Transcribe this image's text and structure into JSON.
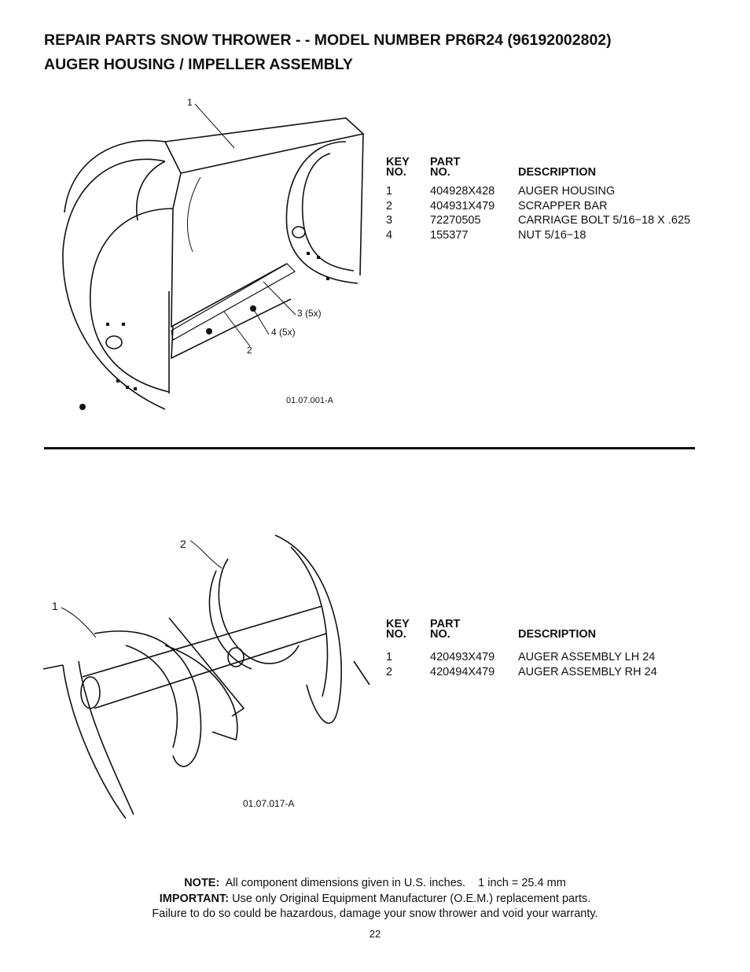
{
  "header": {
    "line1": "REPAIR PARTS  SNOW THROWER - - MODEL NUMBER  PR6R24 (96192002802)",
    "line2": "AUGER HOUSING / IMPELLER ASSEMBLY"
  },
  "table_headers": {
    "key_top": "KEY",
    "key_bottom": "NO.",
    "part_top": "PART",
    "part_bottom": "NO.",
    "description": "DESCRIPTION"
  },
  "section1": {
    "figure_code": "01.07.001-A",
    "callouts": {
      "c1": "1",
      "c2": "2",
      "c3": "3 (5x)",
      "c4": "4 (5x)"
    },
    "parts": [
      {
        "key": "1",
        "part": "404928X428",
        "description": "AUGER HOUSING"
      },
      {
        "key": "2",
        "part": "404931X479",
        "description": "SCRAPPER BAR"
      },
      {
        "key": "3",
        "part": "72270505",
        "description": "CARRIAGE BOLT 5/16−18 X .625"
      },
      {
        "key": "4",
        "part": "155377",
        "description": "NUT 5/16−18"
      }
    ]
  },
  "section2": {
    "figure_code": "01.07.017-A",
    "callouts": {
      "c1": "1",
      "c2": "2"
    },
    "parts": [
      {
        "key": "1",
        "part": "420493X479",
        "description": "AUGER ASSEMBLY LH 24"
      },
      {
        "key": "2",
        "part": "420494X479",
        "description": "AUGER ASSEMBLY RH 24"
      }
    ]
  },
  "footer": {
    "note_label": "NOTE:",
    "note_text": "  All component dimensions given in U.S. inches.    1 inch = 25.4 mm",
    "important_label": "IMPORTANT:",
    "important_text": " Use only Original Equipment Manufacturer (O.E.M.) replacement parts.",
    "warning_text": "Failure to do so could be hazardous, damage your snow thrower and void your warranty.",
    "page_number": "22"
  }
}
